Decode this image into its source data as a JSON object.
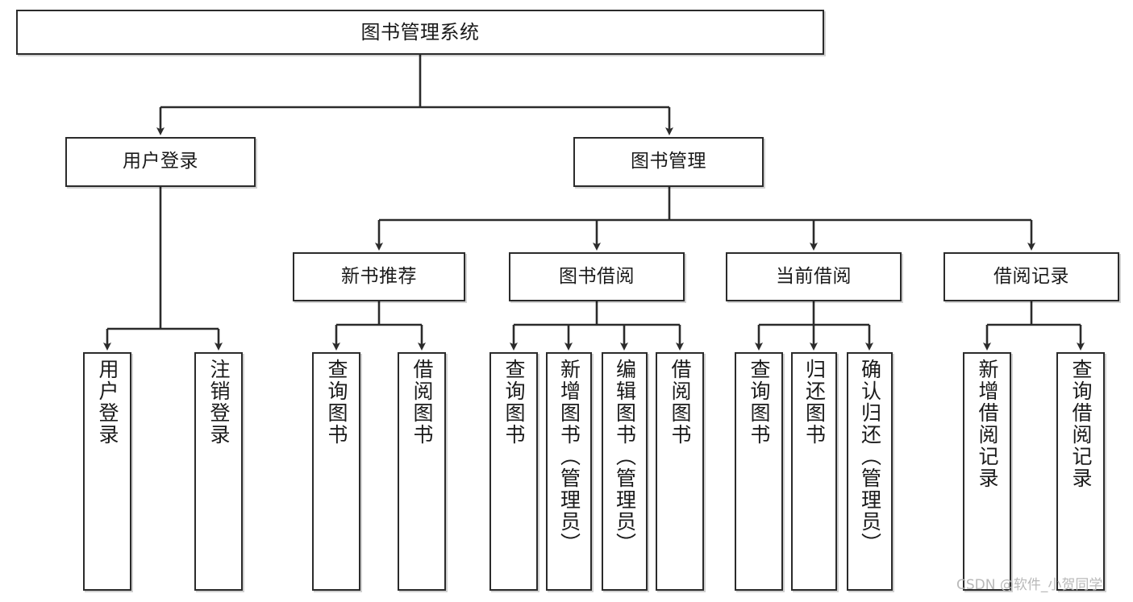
{
  "diagram": {
    "type": "tree-hierarchy",
    "root": {
      "id": "root",
      "label": "图书管理系统"
    },
    "level2": [
      {
        "id": "user-login",
        "label": "用户登录"
      },
      {
        "id": "book-management",
        "label": "图书管理"
      }
    ],
    "level3": [
      {
        "id": "new-book-recommend",
        "label": "新书推荐",
        "parent": "book-management"
      },
      {
        "id": "book-borrow",
        "label": "图书借阅",
        "parent": "book-management"
      },
      {
        "id": "current-borrow",
        "label": "当前借阅",
        "parent": "book-management"
      },
      {
        "id": "borrow-record",
        "label": "借阅记录",
        "parent": "book-management"
      }
    ],
    "leaves": {
      "user_login": [
        {
          "id": "leaf-user-login",
          "label": "用户登录"
        },
        {
          "id": "leaf-user-logout",
          "label": "注销登录"
        }
      ],
      "new_book_recommend": [
        {
          "id": "leaf-query-book-1",
          "label": "查询图书"
        },
        {
          "id": "leaf-borrow-book-1",
          "label": "借阅图书"
        }
      ],
      "book_borrow": [
        {
          "id": "leaf-query-book-2",
          "label": "查询图书"
        },
        {
          "id": "leaf-add-book",
          "label": "新增图书（管理员）"
        },
        {
          "id": "leaf-edit-book",
          "label": "编辑图书（管理员）"
        },
        {
          "id": "leaf-borrow-book-2",
          "label": "借阅图书"
        }
      ],
      "current_borrow": [
        {
          "id": "leaf-query-book-3",
          "label": "查询图书"
        },
        {
          "id": "leaf-return-book",
          "label": "归还图书"
        },
        {
          "id": "leaf-confirm-return",
          "label": "确认归还（管理员）"
        }
      ],
      "borrow_record": [
        {
          "id": "leaf-add-record",
          "label": "新增借阅记录"
        },
        {
          "id": "leaf-query-record",
          "label": "查询借阅记录"
        }
      ]
    }
  },
  "watermark": {
    "text": "CSDN @软件_小贺同学"
  },
  "colors": {
    "border": "#2b2b2b",
    "background": "#ffffff",
    "text": "#1a1a1a",
    "watermark": "#b9b9b9",
    "edge": "#2b2b2b"
  }
}
